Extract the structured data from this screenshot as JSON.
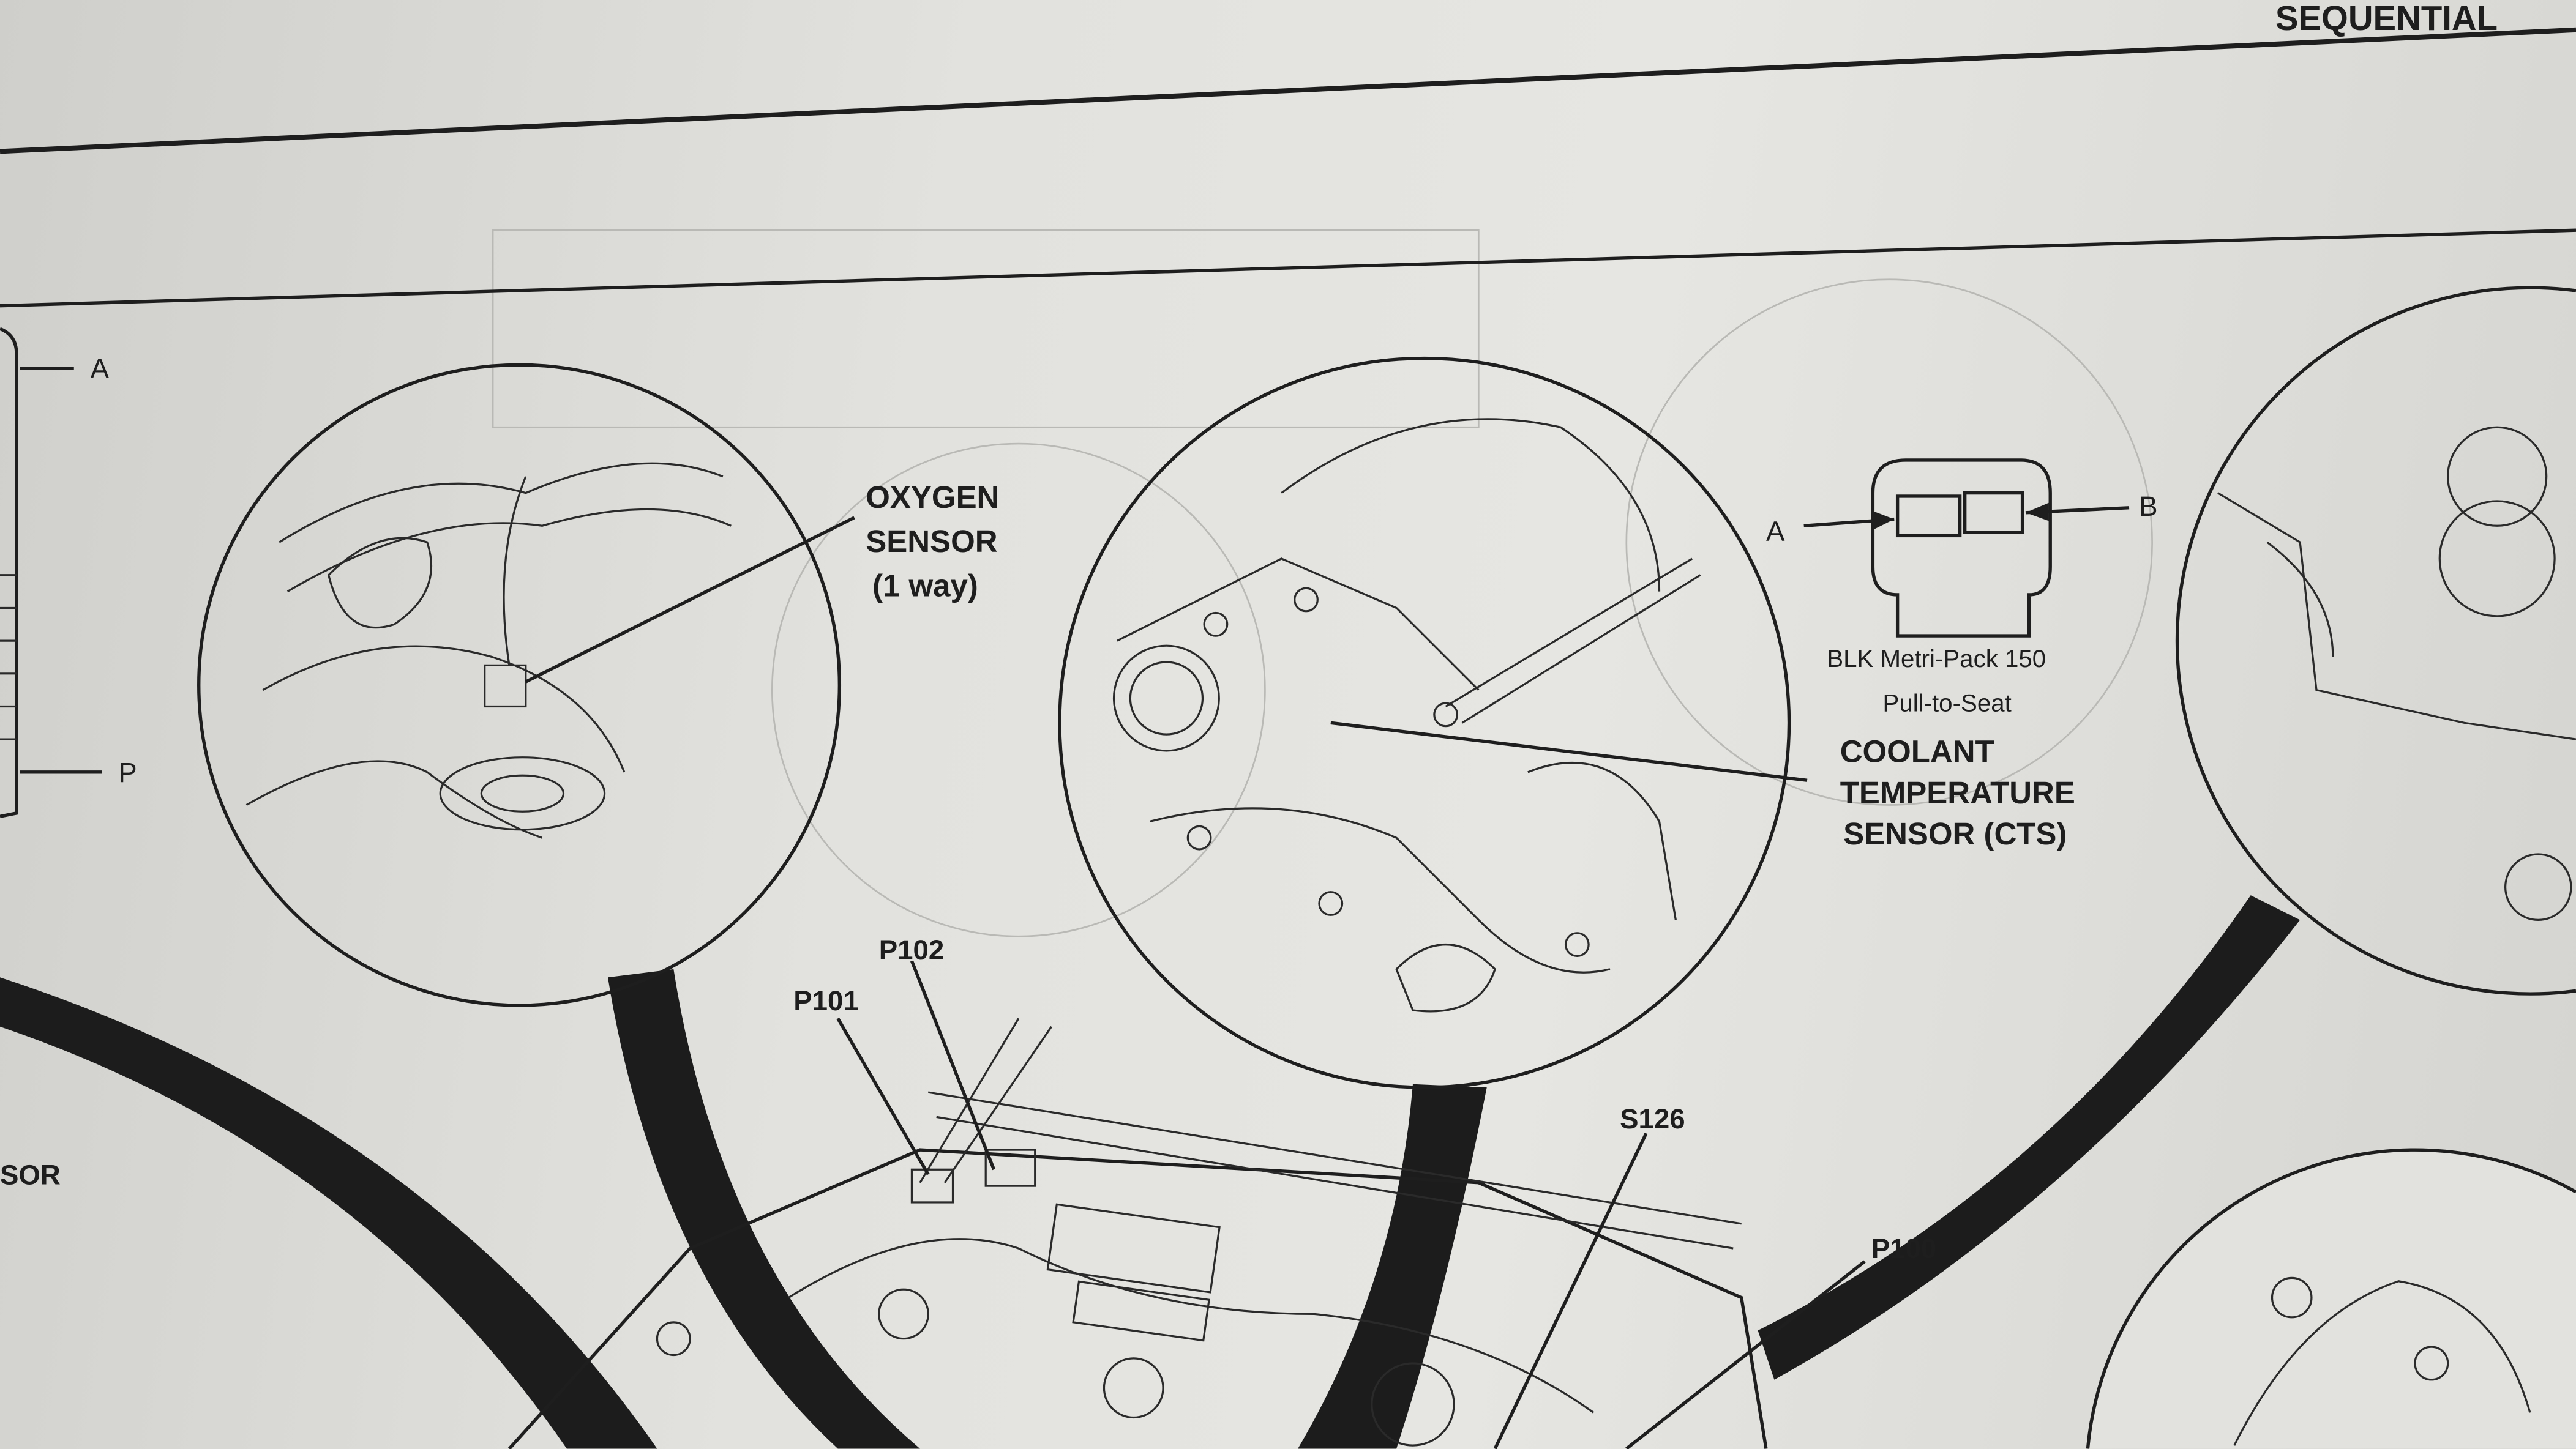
{
  "header": {
    "section_title": "SEQUENTIAL"
  },
  "left_connector": {
    "label_a": "A",
    "label_p": "P",
    "partial_label": "SOR"
  },
  "oxygen_sensor": {
    "line1": "OXYGEN",
    "line2": "SENSOR",
    "line3": "(1 way)"
  },
  "cts_connector": {
    "label_a": "A",
    "label_b": "B",
    "type": "BLK Metri-Pack 150",
    "seat": "Pull-to-Seat"
  },
  "coolant_sensor": {
    "line1": "COOLANT",
    "line2": "TEMPERATURE",
    "line3": "SENSOR (CTS)"
  },
  "callouts": {
    "p102": "P102",
    "p101": "P101",
    "s126": "S126",
    "p100": "P100"
  }
}
